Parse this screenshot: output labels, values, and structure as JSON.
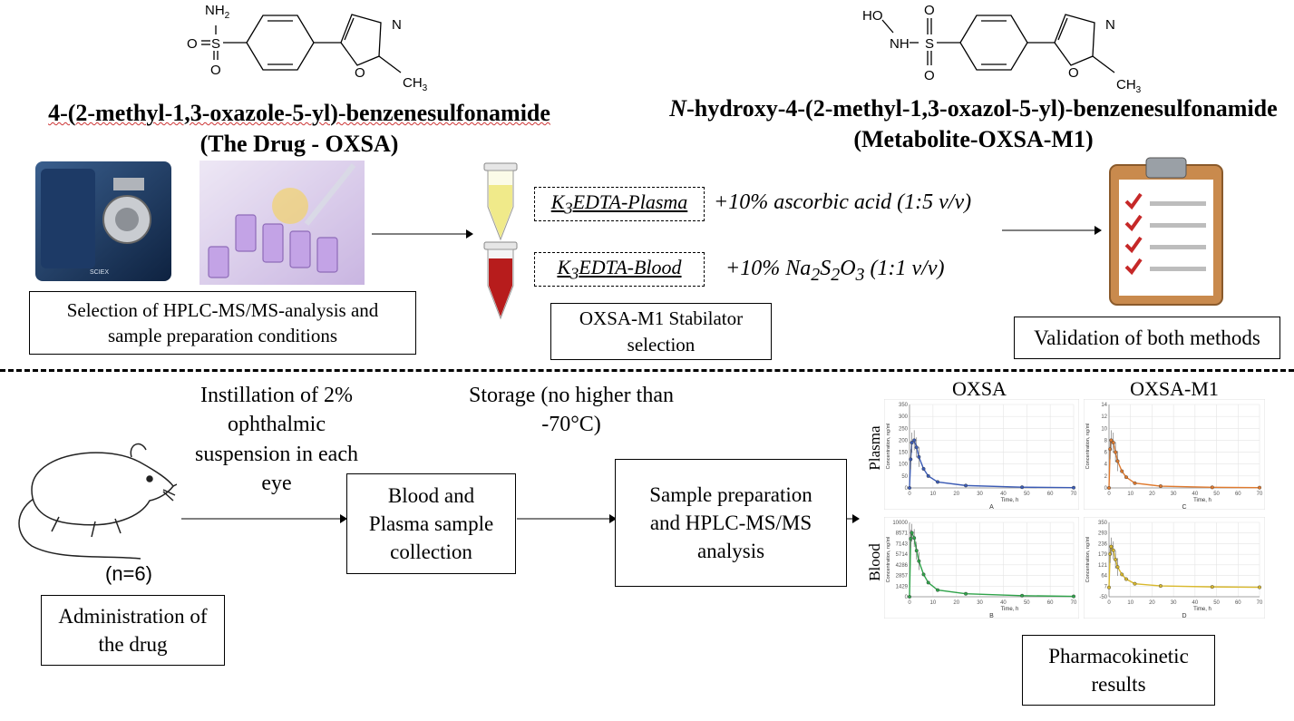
{
  "top": {
    "drug_name": "4-(2-methyl-1,3-oxazole-5-yl)-benzenesulfonamide",
    "drug_label": "(The Drug - OXSA)",
    "metabolite_prefix": "N",
    "metabolite_name": "-hydroxy-4-(2-methyl-1,3-oxazol-5-yl)-benzenesulfonamide",
    "metabolite_label": "(Metabolite-OXSA-M1)",
    "drug_atoms": {
      "nh2": "NH2",
      "s": "S",
      "o1": "O",
      "o2": "O",
      "n": "N",
      "o_ring": "O",
      "ch3": "CH3"
    },
    "metabolite_atoms": {
      "ho": "HO",
      "nh": "NH",
      "s": "S",
      "o1": "O",
      "o2": "O",
      "n": "N",
      "o_ring": "O",
      "ch3": "CH3"
    },
    "selection_box": "Selection of HPLC-MS/MS-analysis and sample preparation conditions",
    "plasma_label": "K3EDTA-Plasma",
    "plasma_stabilizer": "+10% ascorbic acid (1:5 v/v)",
    "blood_label": "K3EDTA-Blood",
    "blood_stabilizer": "+10% Na2S2O3 (1:1 v/v)",
    "stabilator_box": "OXSA-M1 Stabilator selection",
    "validation_box": "Validation of both methods",
    "instrument_brand": "SCIEX"
  },
  "bottom": {
    "instillation": "Instillation of 2% ophthalmic suspension in each eye",
    "n_label": "(n=6)",
    "admin_box": "Administration of the drug",
    "collection_box": "Blood and Plasma sample collection",
    "storage": "Storage (no higher than -70°C)",
    "prep_box": "Sample preparation and HPLC-MS/MS analysis",
    "results_box": "Pharmacokinetic results"
  },
  "pk_panels": {
    "col_oxsa": "OXSA",
    "col_m1": "OXSA-M1",
    "row_plasma": "Plasma",
    "row_blood": "Blood",
    "xlabel": "Time, h",
    "ylabel": "Concentration, ng/ml",
    "letters": [
      "A",
      "B",
      "C",
      "D"
    ]
  },
  "chart_data": [
    {
      "type": "line",
      "panel": "A",
      "xlabel": "Time, h",
      "ylabel": "Concentration, ng/ml",
      "ylim": [
        0,
        350
      ],
      "xlim": [
        0,
        70
      ],
      "colour": "#3b5bb5",
      "x": [
        0,
        0.5,
        1,
        2,
        3,
        4,
        6,
        8,
        12,
        24,
        48,
        72
      ],
      "values": [
        0,
        120,
        190,
        200,
        170,
        130,
        80,
        50,
        25,
        10,
        3,
        1
      ]
    },
    {
      "type": "line",
      "panel": "B",
      "xlabel": "Time, h",
      "ylabel": "Concentration, ng/ml",
      "ylim": [
        0,
        10000
      ],
      "xlim": [
        0,
        70
      ],
      "colour": "#2fa34a",
      "x": [
        0,
        0.5,
        1,
        2,
        3,
        4,
        6,
        8,
        12,
        24,
        48,
        72
      ],
      "values": [
        0,
        7800,
        8600,
        7900,
        6200,
        4800,
        3000,
        1900,
        900,
        400,
        150,
        50
      ]
    },
    {
      "type": "line",
      "panel": "C",
      "xlabel": "Time, h",
      "ylabel": "Concentration, ng/ml",
      "ylim": [
        0,
        14
      ],
      "xlim": [
        0,
        70
      ],
      "colour": "#e07a2e",
      "x": [
        0,
        0.5,
        1,
        2,
        3,
        4,
        6,
        8,
        12,
        24,
        48,
        72
      ],
      "values": [
        0,
        6.5,
        8,
        7.6,
        6,
        4.5,
        2.8,
        1.8,
        0.8,
        0.3,
        0.1,
        0.05
      ]
    },
    {
      "type": "line",
      "panel": "D",
      "xlabel": "Time, h",
      "ylabel": "Concentration, ng/ml",
      "ylim": [
        -50,
        350
      ],
      "xlim": [
        0,
        70
      ],
      "colour": "#d9b92e",
      "x": [
        0,
        0.5,
        1,
        2,
        3,
        4,
        6,
        8,
        12,
        24,
        48,
        72
      ],
      "values": [
        0,
        180,
        220,
        200,
        150,
        110,
        70,
        45,
        20,
        8,
        3,
        1
      ]
    }
  ]
}
